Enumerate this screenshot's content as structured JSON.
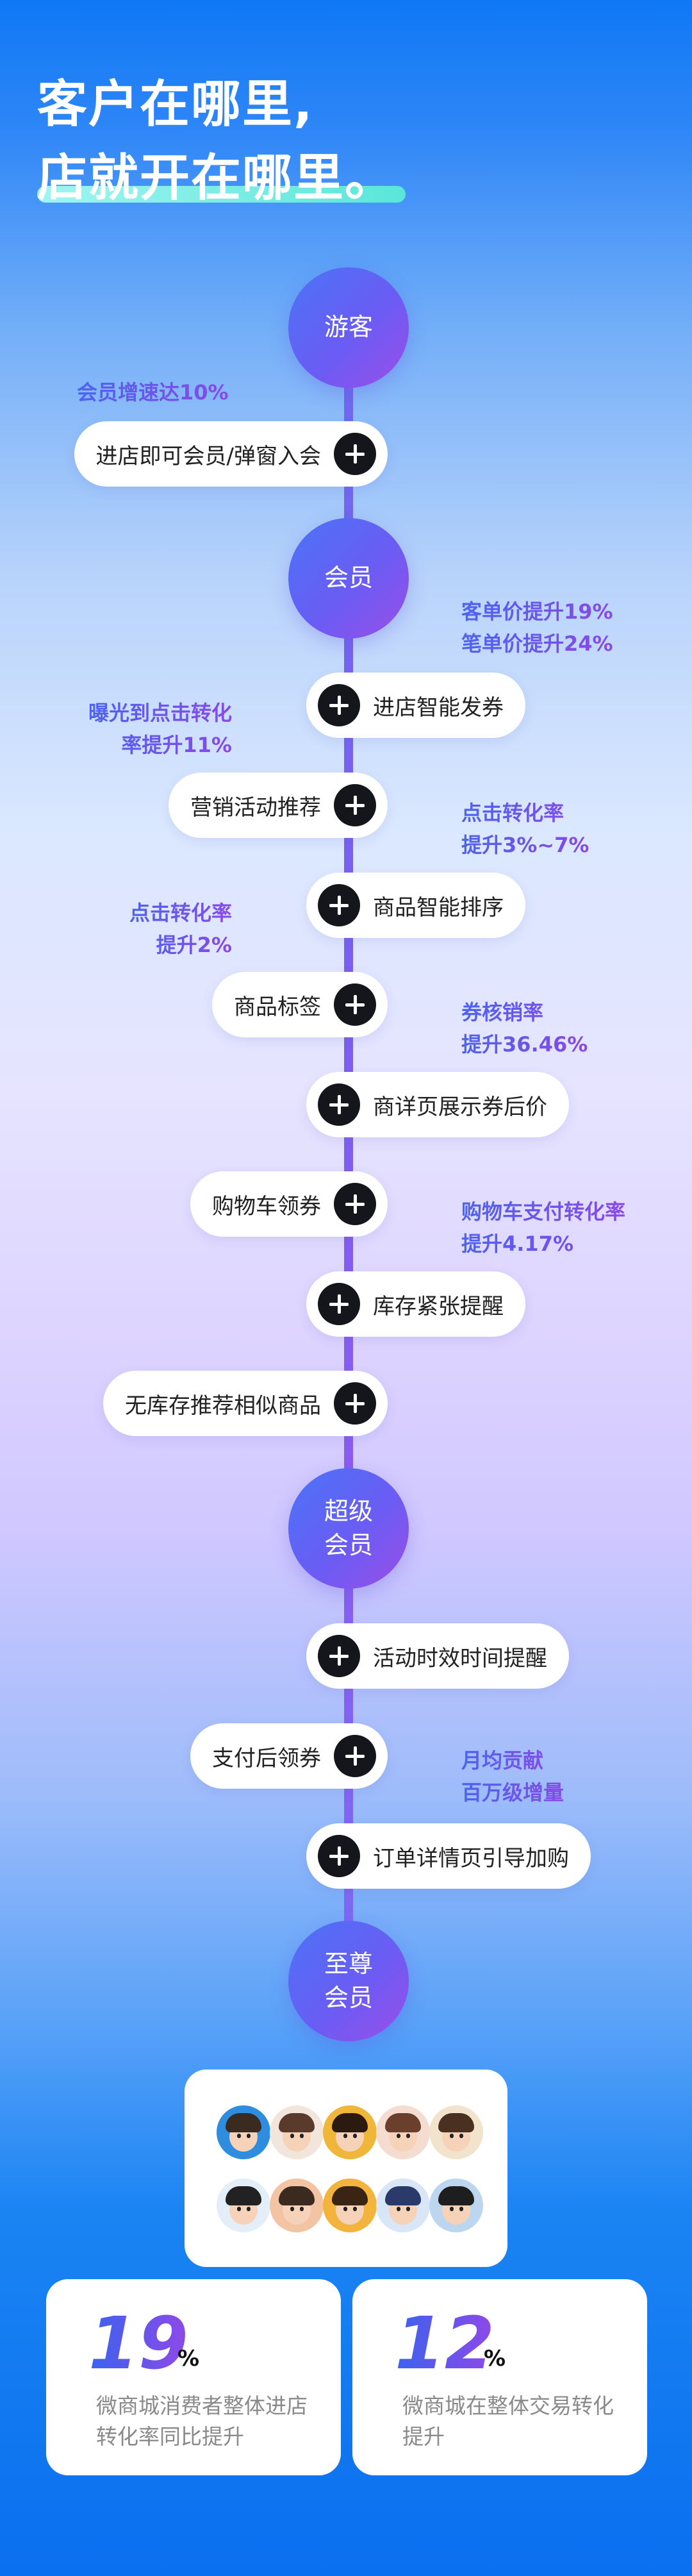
{
  "headline": {
    "line1": "客户在哪里,",
    "line2": "店就开在哪里。"
  },
  "stages": {
    "s1": "游客",
    "s2": "会员",
    "s3": "超级\n会员",
    "s4": "至尊\n会员"
  },
  "steps": [
    "进店即可会员/弹窗入会",
    "进店智能发券",
    "营销活动推荐",
    "商品智能排序",
    "商品标签",
    "商详页展示券后价",
    "购物车领券",
    "库存紧张提醒",
    "无库存推荐相似商品",
    "活动时效时间提醒",
    "支付后领券",
    "订单详情页引导加购"
  ],
  "notes": [
    {
      "lines": [
        "会员增速达10%"
      ]
    },
    {
      "lines": [
        "客单价提升19%",
        "笔单价提升24%"
      ]
    },
    {
      "lines": [
        "曝光到点击转化",
        "率提升11%"
      ]
    },
    {
      "lines": [
        "点击转化率",
        "提升3%~7%"
      ]
    },
    {
      "lines": [
        "点击转化率",
        "提升2%"
      ]
    },
    {
      "lines": [
        "券核销率",
        "提升36.46%"
      ]
    },
    {
      "lines": [
        "购物车支付转化率",
        "提升4.17%"
      ]
    },
    {
      "lines": [
        "月均贡献",
        "百万级增量"
      ]
    }
  ],
  "avatars": [
    {
      "bg": "#2f8de0",
      "hair": "#3a2a20"
    },
    {
      "bg": "#f2e6dc",
      "hair": "#5a3a2a"
    },
    {
      "bg": "#f0b63a",
      "hair": "#2a1a10"
    },
    {
      "bg": "#f4dcd0",
      "hair": "#6a3f2c"
    },
    {
      "bg": "#f1e3cc",
      "hair": "#4a3020"
    },
    {
      "bg": "#e3eef8",
      "hair": "#222222"
    },
    {
      "bg": "#f3c4a4",
      "hair": "#3a2a20"
    },
    {
      "bg": "#f2b43c",
      "hair": "#3a2414"
    },
    {
      "bg": "#d8e6f8",
      "hair": "#2a3a6a"
    },
    {
      "bg": "#bcd6f0",
      "hair": "#1e1e1e"
    }
  ],
  "stats": [
    {
      "value": "19",
      "unit": "%",
      "desc": "微商城消费者整体进店转化率同比提升"
    },
    {
      "value": "12",
      "unit": "%",
      "desc": "微商城在整体交易转化提升"
    }
  ],
  "colors": {
    "accent": "#6a5cf4",
    "plus": "#15151c"
  }
}
